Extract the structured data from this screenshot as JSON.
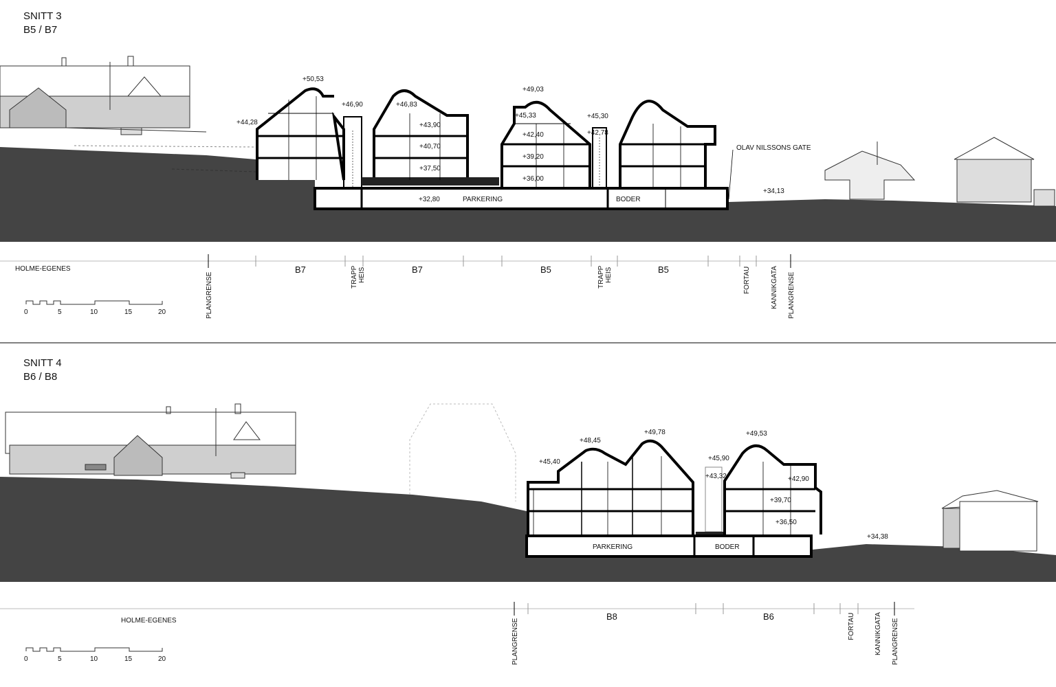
{
  "section3": {
    "title": "SNITT 3",
    "subtitle": "B5 / B7",
    "elevations": [
      "+50,53",
      "+44,28",
      "+46,90",
      "+46,83",
      "+43,90",
      "+40,70",
      "+37,50",
      "+49,03",
      "+45,33",
      "+42,40",
      "+39,20",
      "+36,00",
      "+45,30",
      "+42,78",
      "+32,80",
      "+34,13"
    ],
    "rooms": {
      "parking": "PARKERING",
      "storage": "BODER"
    },
    "street": "OLAV NILSSONS GATE",
    "neighbor": "HOLME-EGENES",
    "zones": [
      "B7",
      "B7",
      "B5",
      "B5"
    ],
    "trapp": "TRAPP",
    "heis": "HEIS",
    "boundary": "PLANGRENSE",
    "fortau": "FORTAU",
    "kannikgata": "KANNIKGATA",
    "scale": [
      "0",
      "5",
      "10",
      "15",
      "20"
    ]
  },
  "section4": {
    "title": "SNITT 4",
    "subtitle": "B6 / B8",
    "elevations": [
      "+48,45",
      "+49,78",
      "+45,40",
      "+45,90",
      "+43,32",
      "+49,53",
      "+42,90",
      "+39,70",
      "+36,50",
      "+34,38"
    ],
    "rooms": {
      "parking": "PARKERING",
      "storage": "BODER"
    },
    "neighbor": "HOLME-EGENES",
    "zones": [
      "B8",
      "B6"
    ],
    "boundary": "PLANGRENSE",
    "fortau": "FORTAU",
    "kannikgata": "KANNIKGATA",
    "scale": [
      "0",
      "5",
      "10",
      "15",
      "20"
    ]
  }
}
